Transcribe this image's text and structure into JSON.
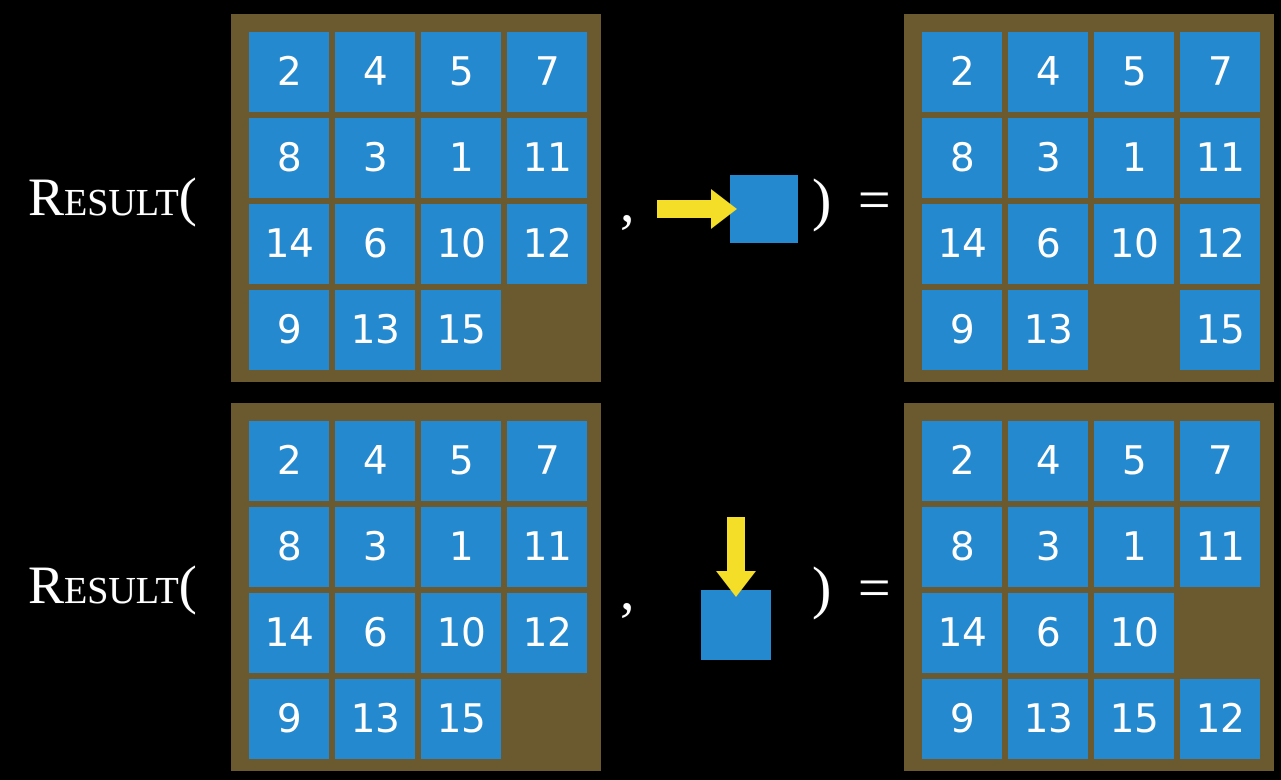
{
  "colors": {
    "background": "#000000",
    "board": "#6B5A30",
    "tile": "#2489CE",
    "tile_text": "#FFFFFF",
    "arrow": "#F5DE28",
    "text": "#FFFFFF"
  },
  "rows": [
    {
      "id": "row-1",
      "label": "Result(",
      "comma": ",",
      "close_equals": ") =",
      "action": {
        "name": "move-right",
        "direction": "right",
        "arrow_glyph": "right-arrow",
        "blank_square": ""
      },
      "input_board": {
        "name": "input-board-row-1",
        "grid": [
          [
            "2",
            "4",
            "5",
            "7"
          ],
          [
            "8",
            "3",
            "1",
            "11"
          ],
          [
            "14",
            "6",
            "10",
            "12"
          ],
          [
            "9",
            "13",
            "15",
            ""
          ]
        ]
      },
      "output_board": {
        "name": "output-board-row-1",
        "grid": [
          [
            "2",
            "4",
            "5",
            "7"
          ],
          [
            "8",
            "3",
            "1",
            "11"
          ],
          [
            "14",
            "6",
            "10",
            "12"
          ],
          [
            "9",
            "13",
            "",
            "15"
          ]
        ]
      }
    },
    {
      "id": "row-2",
      "label": "Result(",
      "comma": ",",
      "close_equals": ") =",
      "action": {
        "name": "move-down",
        "direction": "down",
        "arrow_glyph": "down-arrow",
        "blank_square": ""
      },
      "input_board": {
        "name": "input-board-row-2",
        "grid": [
          [
            "2",
            "4",
            "5",
            "7"
          ],
          [
            "8",
            "3",
            "1",
            "11"
          ],
          [
            "14",
            "6",
            "10",
            "12"
          ],
          [
            "9",
            "13",
            "15",
            ""
          ]
        ]
      },
      "output_board": {
        "name": "output-board-row-2",
        "grid": [
          [
            "2",
            "4",
            "5",
            "7"
          ],
          [
            "8",
            "3",
            "1",
            "11"
          ],
          [
            "14",
            "6",
            "10",
            ""
          ],
          [
            "9",
            "13",
            "15",
            "12"
          ]
        ]
      }
    }
  ]
}
